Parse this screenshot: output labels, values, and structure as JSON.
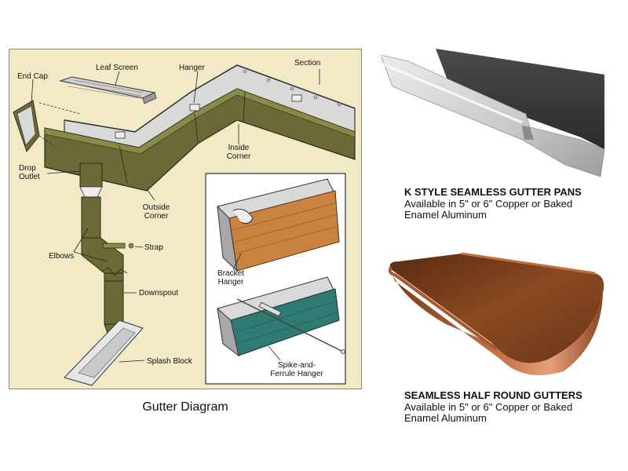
{
  "diagram": {
    "labels": {
      "end_cap": "End Cap",
      "leaf_screen": "Leaf Screen",
      "hanger": "Hanger",
      "section": "Section",
      "drop_outlet": "Drop Outlet",
      "inside_corner": "Inside Corner",
      "outside_corner": "Outside Corner",
      "elbows": "Elbows",
      "strap": "Strap",
      "downspout": "Downspout",
      "splash_block": "Splash Block",
      "bracket_hanger": "Bracket Hanger",
      "spike_ferrule_hanger": "Spike-and- Ferrule Hanger"
    },
    "caption": "Gutter Diagram"
  },
  "products": [
    {
      "title": "K STYLE SEAMLESS GUTTER PANS",
      "desc_line1": "Available in 5\" or 6\" Copper or Baked",
      "desc_line2": "Enamel Aluminum"
    },
    {
      "title": "SEAMLESS HALF ROUND GUTTERS",
      "desc_line1": "Available in 5\" or 6\" Copper or Baked",
      "desc_line2": "Enamel Aluminum"
    }
  ],
  "colors": {
    "diagram_bg": "#f2eac6",
    "gutter_olive": "#6b6a36",
    "gutter_light": "#d6d6d6",
    "copper": "#a85a2e",
    "teal": "#2f7a72"
  }
}
